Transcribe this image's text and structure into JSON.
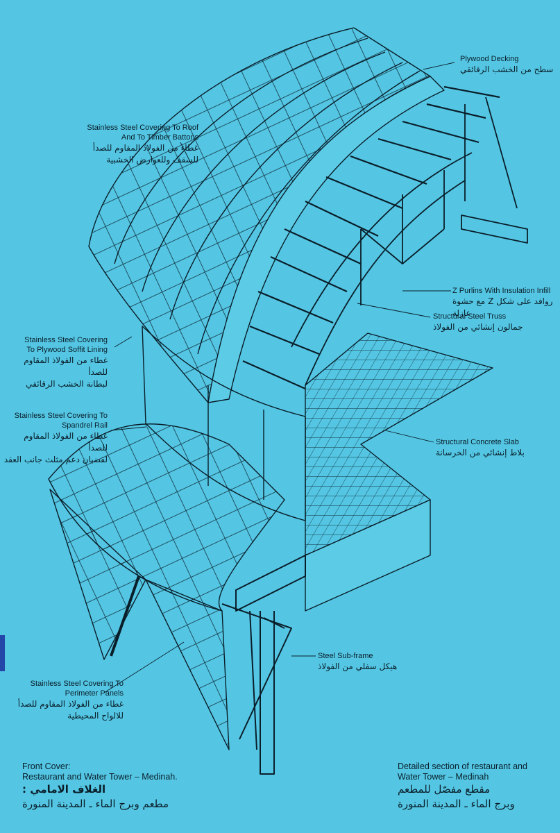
{
  "colors": {
    "background": "#54c6e3",
    "ink": "#0a1e2a",
    "tab": "#2346a8"
  },
  "labels": {
    "plywood_decking": {
      "en": "Plywood Decking",
      "ar": "سطح من الخشب الرقائقي"
    },
    "roof_covering": {
      "en1": "Stainless Steel Covering To Roof",
      "en2": "And To Timber Battons",
      "ar1": "غطاء من الفولاذ المقاوم للصدأ",
      "ar2": "للسقف وللعوارض الخشبية"
    },
    "z_purlins": {
      "en": "Z Purlins With Insulation Infill",
      "ar": "روافد على شكل Z مع حشوة عازلة"
    },
    "steel_truss": {
      "en": "Structural Steel Truss",
      "ar": "جمالون إنشائي من الفولاذ"
    },
    "soffit_covering": {
      "en1": "Stainless Steel Covering",
      "en2": "To Plywood Soffit Lining",
      "ar1": "غطاء من الفولاذ المقاوم للصدأ",
      "ar2": "لبطانة الخشب الرقائقي"
    },
    "spandrel_covering": {
      "en1": "Stainless Steel Covering To",
      "en2": "Spandrel Rail",
      "ar1": "غطاء من الفولاذ المقاوم للصدأ",
      "ar2": "لقضبان دعم مثلث جانب العقد"
    },
    "concrete_slab": {
      "en": "Structural Concrete Slab",
      "ar": "بلاط إنشائي من الخرسانة"
    },
    "sub_frame": {
      "en": "Steel Sub-frame",
      "ar": "هيكل سفلي من الفولاذ"
    },
    "perimeter_covering": {
      "en1": "Stainless Steel Covering To",
      "en2": "Perimeter Panels",
      "ar1": "غطاء من الفولاذ المقاوم للصدأ",
      "ar2": "للالواح المحيطية"
    }
  },
  "captions": {
    "front_cover": {
      "en1": "Front Cover:",
      "en2": "Restaurant and Water Tower – Medinah.",
      "ar1": "الغلاف الامامي :",
      "ar2": "مطعم وبرج الماء ـ المدينة المنورة"
    },
    "detail": {
      "en1": "Detailed section of restaurant and",
      "en2": "Water Tower – Medinah",
      "ar1": "مقطع مفصّل للمطعم",
      "ar2": "وبرج الماء ـ المدينة المنورة"
    }
  }
}
